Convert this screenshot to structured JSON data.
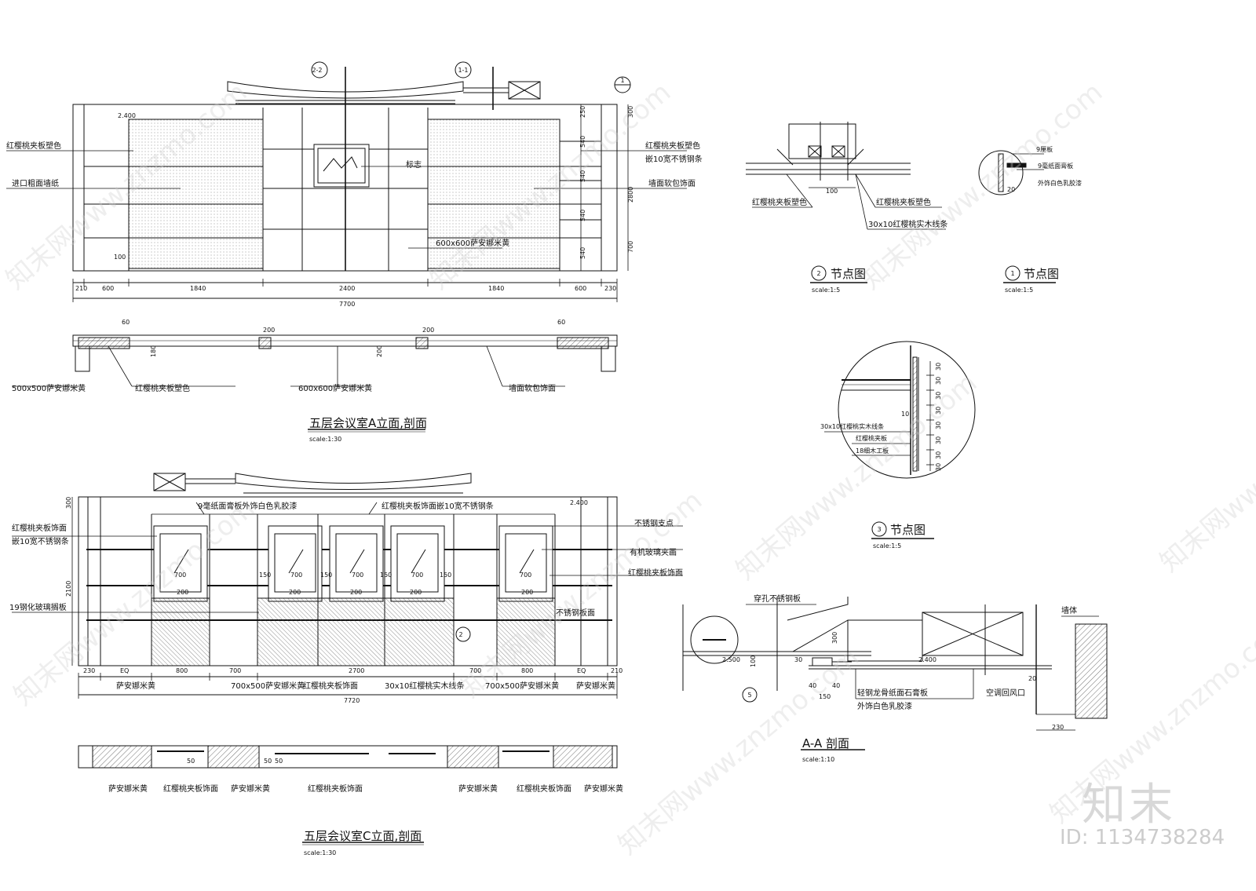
{
  "views": {
    "elev_a": {
      "title": "五层会议室A立面,剖面",
      "scale": "scale:1:30"
    },
    "elev_c": {
      "title": "五层会议室C立面,剖面",
      "scale": "scale:1:30"
    },
    "node2": {
      "num": "2",
      "title": "节点图",
      "scale": "scale:1:5"
    },
    "node1": {
      "num": "1",
      "title": "节点图",
      "scale": "scale:1:5"
    },
    "node3": {
      "num": "3",
      "title": "节点图",
      "scale": "scale:1:5"
    },
    "section_aa": {
      "title": "A-A 剖面",
      "scale": "scale:1:10"
    }
  },
  "labels_a": {
    "left1": "红樱桃夹板塑色",
    "left2": "进口粗面墙纸",
    "logo": "标志",
    "right1": "红樱桃夹板塑色",
    "right2": "嵌10宽不锈钢条",
    "right3": "墙面软包饰面",
    "center_stone": "600x600萨安娜米黄",
    "sec1": "500x500萨安娜米黄",
    "sec2": "红樱桃夹板塑色",
    "sec3": "600x600萨安娜米黄",
    "sec4": "墙面软包饰面"
  },
  "dims_a": {
    "d210": "210",
    "d600": "600",
    "d1840": "1840",
    "d2400": "2400",
    "d1840b": "1840",
    "d600b": "600",
    "d230": "230",
    "total": "7700",
    "h2400": "2.400",
    "h250": "250",
    "h300": "300",
    "h540a": "540",
    "h540b": "540",
    "h540c": "540",
    "h540d": "540",
    "h2800": "2800",
    "h700": "700",
    "h100": "100",
    "s60a": "60",
    "s60b": "60",
    "s180": "180",
    "s200a": "200",
    "s200b": "200",
    "s200c": "200"
  },
  "callouts": {
    "c22": "2-2",
    "c11": "1-1",
    "c1": "1",
    "c2": "2",
    "c5": "5"
  },
  "labels_c": {
    "top1": "9毫纸面膏板外饰白色乳胶漆",
    "top2": "红樱桃夹板饰面嵌10宽不锈钢条",
    "left1": "红樱桃夹板饰面",
    "left2": "嵌10宽不锈钢条",
    "left3": "19钢化玻璃搁板",
    "r1": "不锈钢支点",
    "r2": "有机玻璃夹画",
    "r3": "红樱桃夹板饰面",
    "r4": "不锈钢板面",
    "b1": "萨安娜米黄",
    "b2": "700x500萨安娜米黄",
    "b3": "红樱桃夹板饰面",
    "b4": "30x10红樱桃实木线条",
    "b5": "700x500萨安娜米黄",
    "b6": "萨安娜米黄",
    "s1": "萨安娜米黄",
    "s2": "红樱桃夹板饰面",
    "s3": "萨安娜米黄",
    "s4": "红樱桃夹板饰面",
    "s5": "萨安娜米黄",
    "s6": "红樱桃夹板饰面",
    "s7": "萨安娜米黄"
  },
  "dims_c": {
    "d230": "230",
    "eq1": "EQ",
    "d800a": "800",
    "d700a": "700",
    "d2700": "2700",
    "d700b": "700",
    "d800b": "800",
    "eq2": "EQ",
    "d210": "210",
    "total": "7720",
    "h2400": "2.400",
    "h300": "300",
    "h2100": "2100",
    "w150a": "150",
    "w700a": "700",
    "w150b": "150",
    "w700b": "700",
    "w150c": "150",
    "w700c": "700",
    "w150d": "150",
    "w700d": "700",
    "w700e": "700",
    "w200a": "200",
    "w200b": "200",
    "w200c": "200",
    "w200d": "200",
    "w200e": "200",
    "s50a": "50",
    "s50b": "50",
    "s50c": "50"
  },
  "node2_labels": {
    "l1": "红樱桃夹板塑色",
    "l2": "红樱桃夹板塑色",
    "l3": "30x10红樱桃实木线条",
    "d100": "100"
  },
  "node1_labels": {
    "l1": "9厘板",
    "l2": "9毫纸面膏板",
    "l3": "外饰白色乳胶漆",
    "d20": "20"
  },
  "node3_labels": {
    "l1": "30x10红樱桃实木线条",
    "l2": "红樱桃夹板",
    "l3": "18细木工板",
    "d10": "10",
    "d30a": "30",
    "d30b": "30",
    "d30c": "30",
    "d30d": "30",
    "d30e": "30",
    "d30f": "30",
    "d30g": "30",
    "d30h": "30"
  },
  "aa_labels": {
    "l1": "穿孔不锈钢板",
    "l2": "墙体",
    "l3": "轻钢龙骨纸面石膏板",
    "l4": "外饰白色乳胶漆",
    "l5": "空调回风口",
    "d2500": "2.500",
    "d2400": "2.400",
    "d100": "100",
    "d300": "300",
    "d30": "30",
    "d40a": "40",
    "d40b": "40",
    "d150": "150",
    "d20": "20",
    "d230": "230"
  },
  "watermark": {
    "site": "知末网www.znzmo.com",
    "brand": "知末",
    "id": "ID: 1134738284"
  }
}
